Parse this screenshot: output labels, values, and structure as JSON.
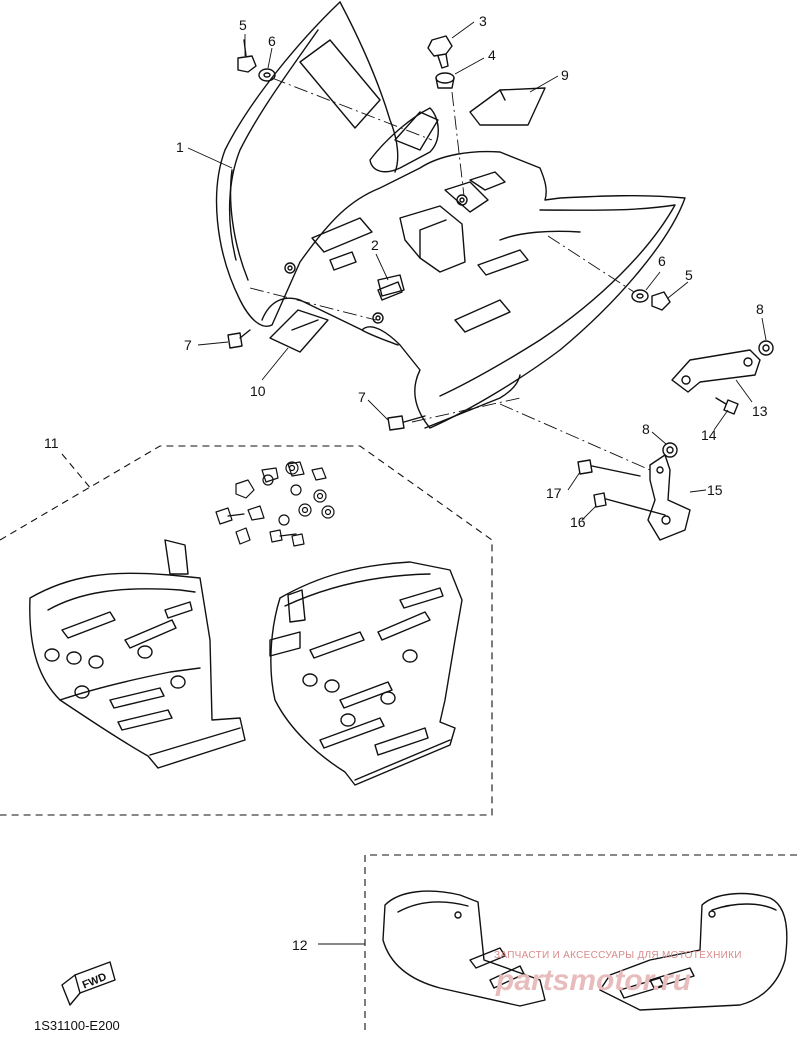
{
  "callouts": {
    "p1": "1",
    "p2": "2",
    "p3": "3",
    "p4": "4",
    "p5a": "5",
    "p5b": "5",
    "p6a": "6",
    "p6b": "6",
    "p7a": "7",
    "p7b": "7",
    "p8a": "8",
    "p8b": "8",
    "p9": "9",
    "p10": "10",
    "p11": "11",
    "p12": "12",
    "p13": "13",
    "p14": "14",
    "p15": "15",
    "p16": "16",
    "p17": "17"
  },
  "fwd_label": "FWD",
  "diagram_code": "1S31100-E200",
  "watermark": {
    "tagline": "ЗАПЧАСТИ И АКСЕССУАРЫ ДЛЯ МОТОТЕХНИКИ",
    "brand": "partsmotor.ru"
  },
  "colors": {
    "line": "#111111",
    "watermark": "#d98a8a"
  }
}
